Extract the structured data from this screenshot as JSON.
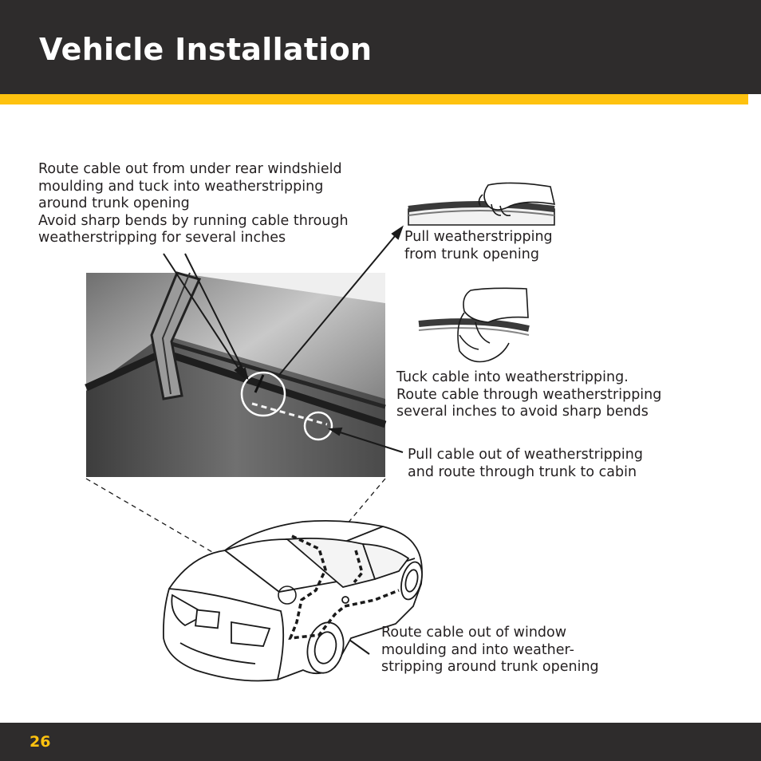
{
  "page": {
    "title": "Vehicle Installation",
    "page_number": "26"
  },
  "colors": {
    "header_bg": "#2e2c2c",
    "accent": "#fec20f",
    "text": "#231f20"
  },
  "callouts": {
    "main": "Route cable out from under rear windshield\nmoulding and tuck into weatherstripping\naround trunk opening\nAvoid sharp bends by running cable through\nweatherstripping for several inches",
    "pull": "Pull weatherstripping\nfrom trunk opening",
    "tuck": "Tuck cable into weatherstripping.\nRoute cable through weatherstripping\nseveral inches to avoid sharp bends",
    "cabin": "Pull cable out of weatherstripping\nand route through trunk to cabin",
    "window": "Route cable out of window\nmoulding and into weather-\nstripping around trunk opening"
  },
  "illustrations": {
    "inset_pull": "hand-pulling-weatherstripping",
    "inset_tuck": "hand-tucking-cable",
    "closeup": "trunk-closeup",
    "car": "sedan-rear-view"
  }
}
